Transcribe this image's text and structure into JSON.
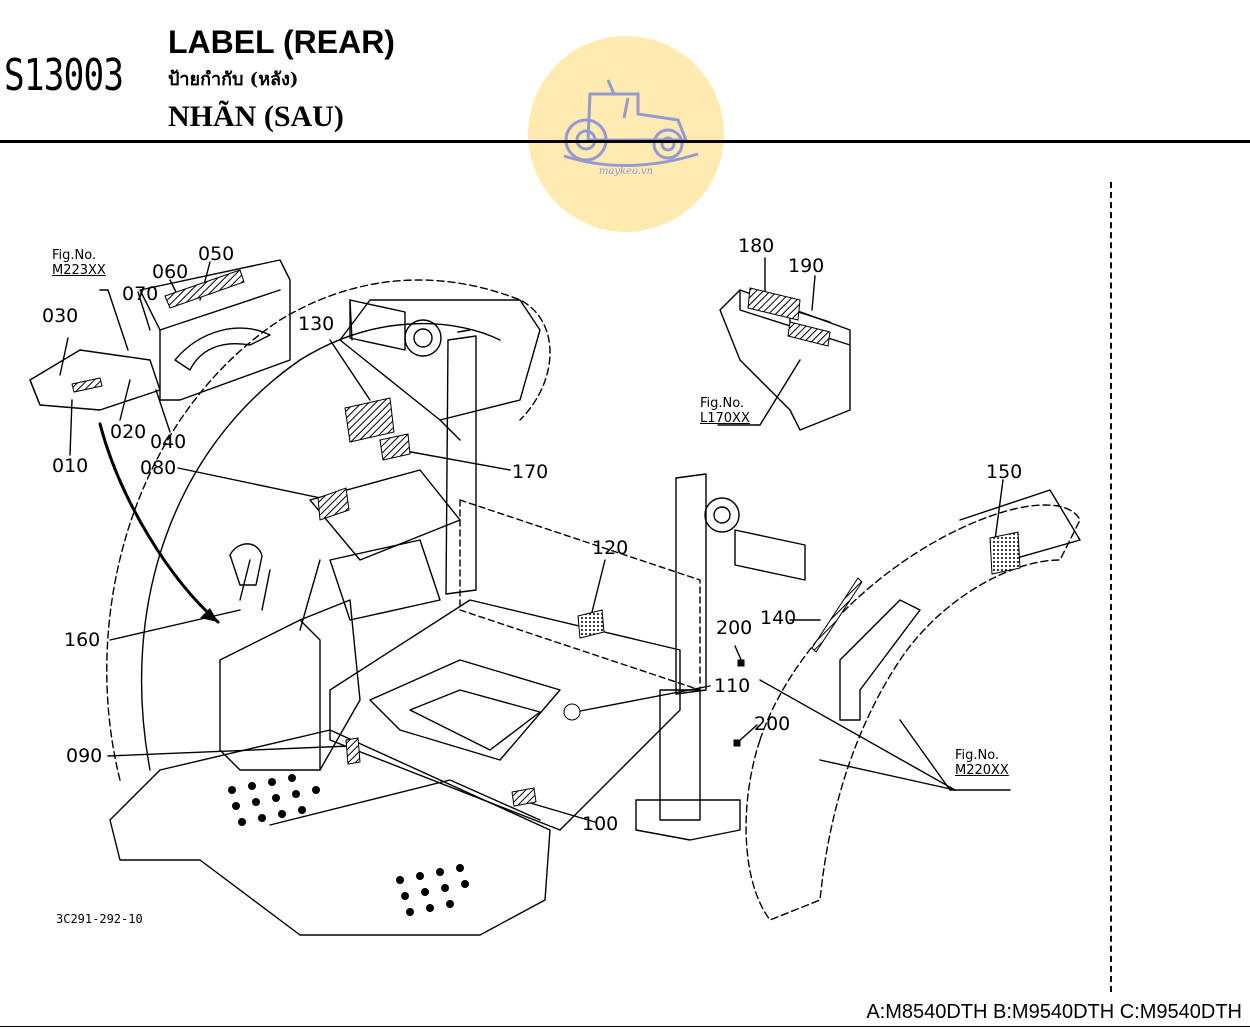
{
  "header": {
    "code": "S13003",
    "title_en": "LABEL (REAR)",
    "title_th": "ป้ายกำกับ (หลัง)",
    "title_vi": "NHÃN (SAU)"
  },
  "watermark": {
    "text": "maykeo.vn",
    "color": "#ffe9a8",
    "icon": "tractor-icon"
  },
  "figure_refs": [
    {
      "id": "m223",
      "label": "Fig.No.",
      "number": "M223XX"
    },
    {
      "id": "l170",
      "label": "Fig.No.",
      "number": "L170XX"
    },
    {
      "id": "m220",
      "label": "Fig.No.",
      "number": "M220XX"
    }
  ],
  "callouts": {
    "c010": "010",
    "c020": "020",
    "c030": "030",
    "c040": "040",
    "c050": "050",
    "c060": "060",
    "c070": "070",
    "c080": "080",
    "c090": "090",
    "c100": "100",
    "c110": "110",
    "c120": "120",
    "c130": "130",
    "c140": "140",
    "c150": "150",
    "c160": "160",
    "c170": "170",
    "c180": "180",
    "c190": "190",
    "c200a": "200",
    "c200b": "200"
  },
  "drawing_number": "3C291-292-10",
  "footer": {
    "models": "A:M8540DTH B:M9540DTH C:M9540DTH"
  }
}
